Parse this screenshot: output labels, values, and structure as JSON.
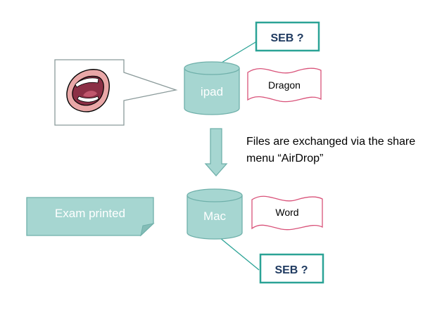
{
  "top_group": {
    "device_label": "ipad",
    "document_label": "Dragon",
    "callout_label": "SEB ?"
  },
  "bottom_group": {
    "device_label": "Mac",
    "document_label": "Word",
    "callout_label": "SEB ?",
    "note_label": "Exam printed"
  },
  "transfer_caption": "Files are exchanged via the share menu “AirDrop”",
  "colors": {
    "teal_fill": "#a6d6d1",
    "teal_stroke": "#6fb0aa",
    "callout_border": "#2ba396",
    "wave_border": "#d9537a",
    "seb_text": "#1f3a60",
    "mouth_lips": "#e9a7a7",
    "mouth_inside": "#8b2f45"
  },
  "icons": {
    "speech_bubble": "speech-bubble-icon",
    "mouth": "mouth-icon"
  }
}
